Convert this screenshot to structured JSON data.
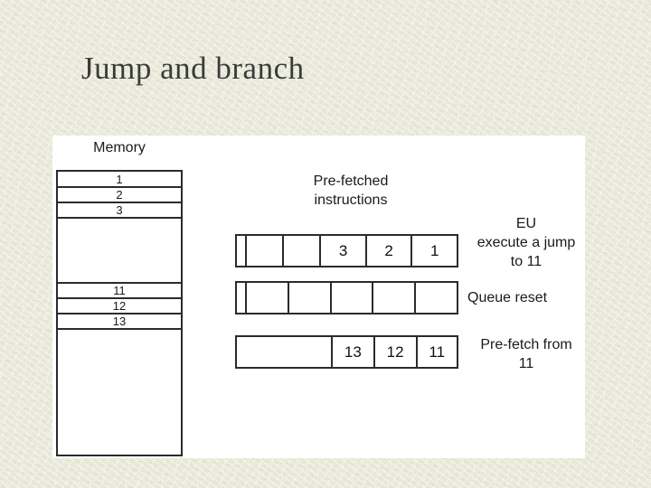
{
  "slide": {
    "title": "Jump and branch"
  },
  "memory": {
    "label": "Memory",
    "rows": [
      "1",
      "2",
      "3",
      "",
      "11",
      "12",
      "13",
      ""
    ]
  },
  "prefetched_caption": [
    "Pre-fetched",
    "instructions"
  ],
  "queues": [
    {
      "name": "prefetched-queue",
      "cells": [
        "",
        "",
        "",
        "3",
        "2",
        "1"
      ]
    },
    {
      "name": "reset-queue",
      "cells": [
        "",
        "",
        "",
        "",
        "",
        ""
      ]
    },
    {
      "name": "refill-queue",
      "cells": [
        "",
        "13",
        "12",
        "11"
      ]
    }
  ],
  "annotations": {
    "eu": [
      "EU",
      "execute a jump",
      "to 11"
    ],
    "queue_reset": "Queue reset",
    "prefetch": [
      "Pre-fetch from",
      "11"
    ]
  },
  "colors": {
    "background": "#e8e8d9",
    "panel": "#ffffff",
    "line": "#2b2b2b",
    "title_text": "#3b3b3b"
  }
}
